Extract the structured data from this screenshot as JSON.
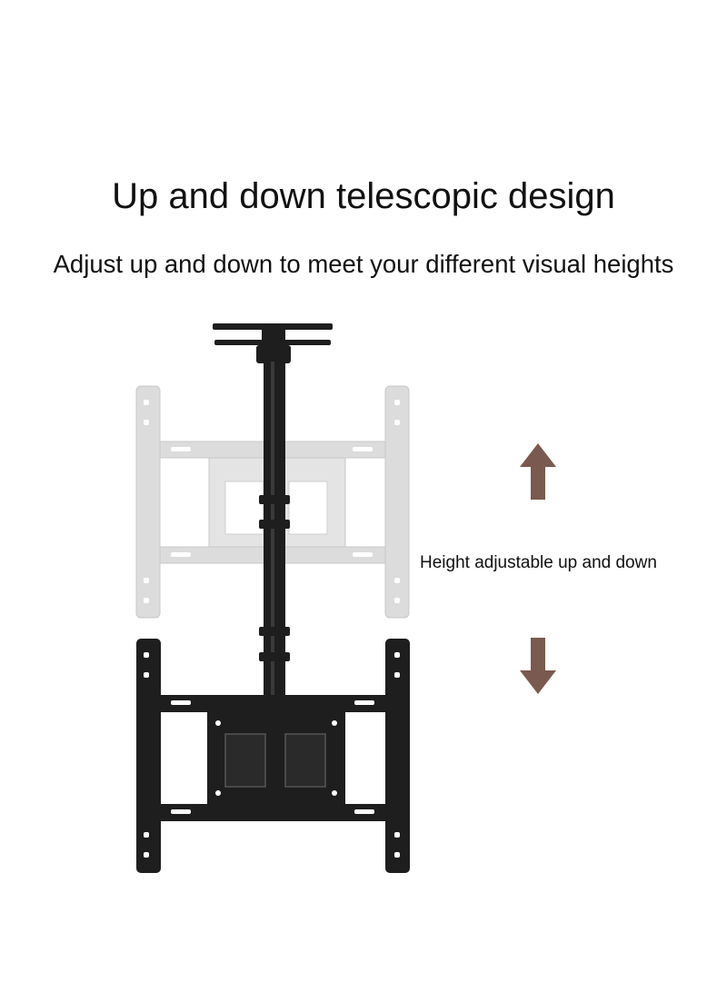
{
  "header": {
    "title": "Up and down telescopic design",
    "subtitle": "Adjust up and down to meet your different visual heights"
  },
  "callout": {
    "text": "Height adjustable up and down"
  },
  "colors": {
    "background": "#ffffff",
    "mount": "#1e1e1e",
    "mount_ghost": "#dcdcdc",
    "arrow": "#7a5a4f"
  },
  "icons": {
    "up": "arrow-up-icon",
    "down": "arrow-down-icon"
  }
}
